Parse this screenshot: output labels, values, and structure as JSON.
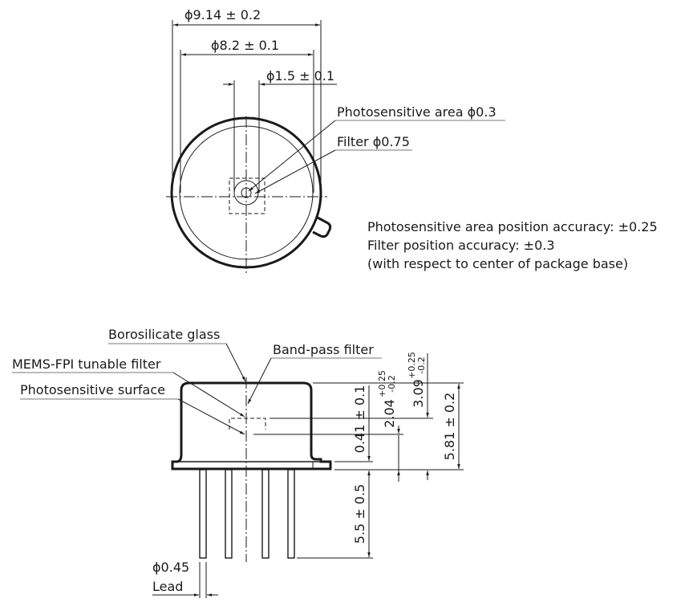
{
  "top_view": {
    "dim_outer": "ϕ9.14 ± 0.2",
    "dim_cap": "ϕ8.2 ± 0.1",
    "dim_window": "ϕ1.5 ± 0.1",
    "label_photosensitive_area": "Photosensitive area ϕ0.3",
    "label_filter": "Filter ϕ0.75",
    "notes": [
      "Photosensitive area position accuracy: ±0.25",
      "Filter position accuracy: ±0.3",
      "(with respect to center of package base)"
    ]
  },
  "side_view": {
    "label_borosilicate": "Borosilicate glass",
    "label_bandpass": "Band-pass filter",
    "label_mems": "MEMS-FPI tunable filter",
    "label_surface": "Photosensitive surface",
    "dim_flange": "0.41 ± 0.1",
    "dim_lead_length": "5.5 ± 0.5",
    "dim_surface": "2.04",
    "dim_surface_tol_plus": "+0.25",
    "dim_surface_tol_minus": "-0.2",
    "dim_filter": "3.09",
    "dim_filter_tol_plus": "+0.25",
    "dim_filter_tol_minus": "-0.2",
    "dim_height": "5.81 ± 0.2",
    "lead_dia": "ϕ0.45",
    "lead_label": "Lead"
  }
}
